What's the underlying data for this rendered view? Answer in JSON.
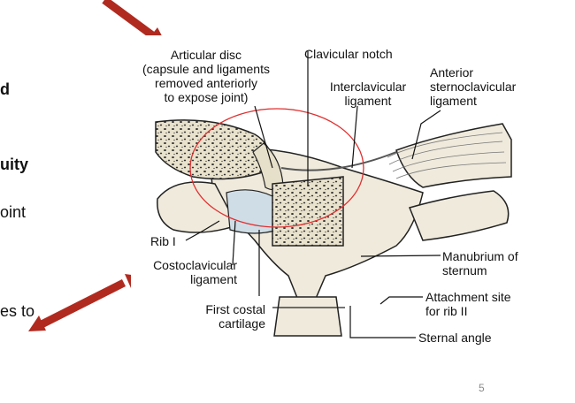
{
  "side_text": {
    "line1": "d",
    "line2": "uity",
    "line3": "oint",
    "line4": "es to"
  },
  "labels": {
    "articular_disc_1": "Articular disc",
    "articular_disc_2": "(capsule and ligaments",
    "articular_disc_3": "removed anteriorly",
    "articular_disc_4": "to  expose joint)",
    "clavicular_notch": "Clavicular notch",
    "interclavicular_1": "Interclavicular",
    "interclavicular_2": "ligament",
    "anterior_1": "Anterior",
    "anterior_2": "sternoclavicular",
    "anterior_3": "ligament",
    "rib1": "Rib I",
    "costoclavicular_1": "Costoclavicular",
    "costoclavicular_2": "ligament",
    "first_costal_1": "First costal",
    "first_costal_2": "cartilage",
    "manubrium_1": "Manubrium of",
    "manubrium_2": "sternum",
    "attachment_1": "Attachment site",
    "attachment_2": "for rib II",
    "sternal_angle": "Sternal angle"
  },
  "slide_number": "5",
  "colors": {
    "arrow": "#b12a1f",
    "circle": "#e03030",
    "bone": "#efeadc",
    "outline": "#222222"
  }
}
